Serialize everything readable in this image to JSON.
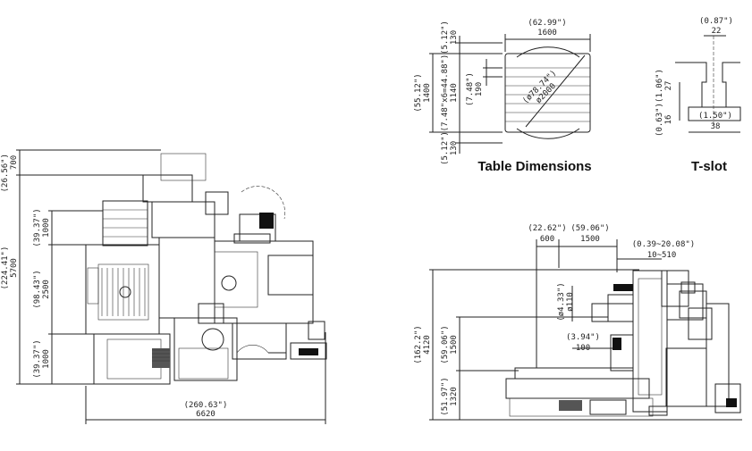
{
  "captions": {
    "table_dimensions": "Table Dimensions",
    "t_slot": "T-slot"
  },
  "plan_view": {
    "top_height_in": "(26.56\")",
    "top_height_mm": "700",
    "total_height_in": "(224.41\")",
    "total_height_mm": "5700",
    "upper_in": "(39.37\")",
    "upper_mm": "1000",
    "middle_in": "(98.43\")",
    "middle_mm": "2500",
    "lower_in": "(39.37\")",
    "lower_mm": "1000",
    "width_in": "(260.63\")",
    "width_mm": "6620"
  },
  "table_dimensions": {
    "width_in": "(62.99\")",
    "width_mm": "1600",
    "top_in": "(5.12\")",
    "top_mm": "130",
    "height_in": "(55.12\")",
    "height_mm": "1400",
    "pitch_in": "(7.48\"x6=44.88\")",
    "pitch_mm": "1140",
    "slot_in": "(7.48\")",
    "slot_mm": "190",
    "bottom_in": "(5.12\")",
    "bottom_mm": "130",
    "diameter_in": "(ø78.74\")",
    "diameter_mm": "ø2000"
  },
  "t_slot": {
    "top_in": "(0.87\")",
    "top_mm": "22",
    "neck_in": "(1.06\")",
    "neck_mm": "27",
    "base_height_in": "(0.63\")",
    "base_height_mm": "16",
    "base_width_in": "(1.50\")",
    "base_width_mm": "38"
  },
  "side_view": {
    "offset_in": "(22.62\")",
    "offset_mm": "600",
    "travel_in": "(59.06\")",
    "travel_mm": "1500",
    "range_in": "(0.39~20.08\")",
    "range_mm": "10~510",
    "spindle_in": "(ø4.33\")",
    "spindle_mm": "ø110",
    "nose_in": "(3.94\")",
    "nose_mm": "100",
    "total_height_in": "(162.2\")",
    "total_height_mm": "4120",
    "column_in": "(59.06\")",
    "column_mm": "1500",
    "base_in": "(51.97\")",
    "base_mm": "1320"
  }
}
